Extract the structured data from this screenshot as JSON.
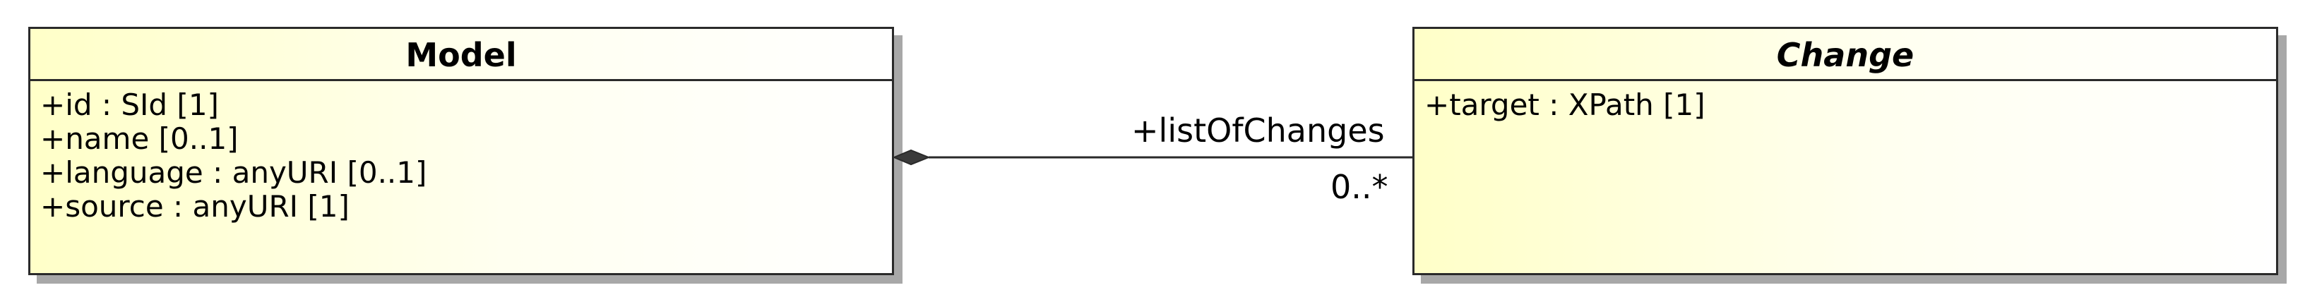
{
  "classes": {
    "model": {
      "name": "Model",
      "attributes": [
        "+id : SId [1]",
        "+name [0..1]",
        "+language : anyURI [0..1]",
        "+source : anyURI [1]"
      ]
    },
    "change": {
      "name": "Change",
      "attributes": [
        "+target : XPath [1]"
      ]
    }
  },
  "association": {
    "role": "+listOfChanges",
    "multiplicity": "0..*",
    "type": "composition"
  },
  "colors": {
    "border": "#2a2a2a",
    "fill_start": "#ffffc8",
    "fill_end": "#ffffff",
    "shadow": "#a8a8a8"
  }
}
